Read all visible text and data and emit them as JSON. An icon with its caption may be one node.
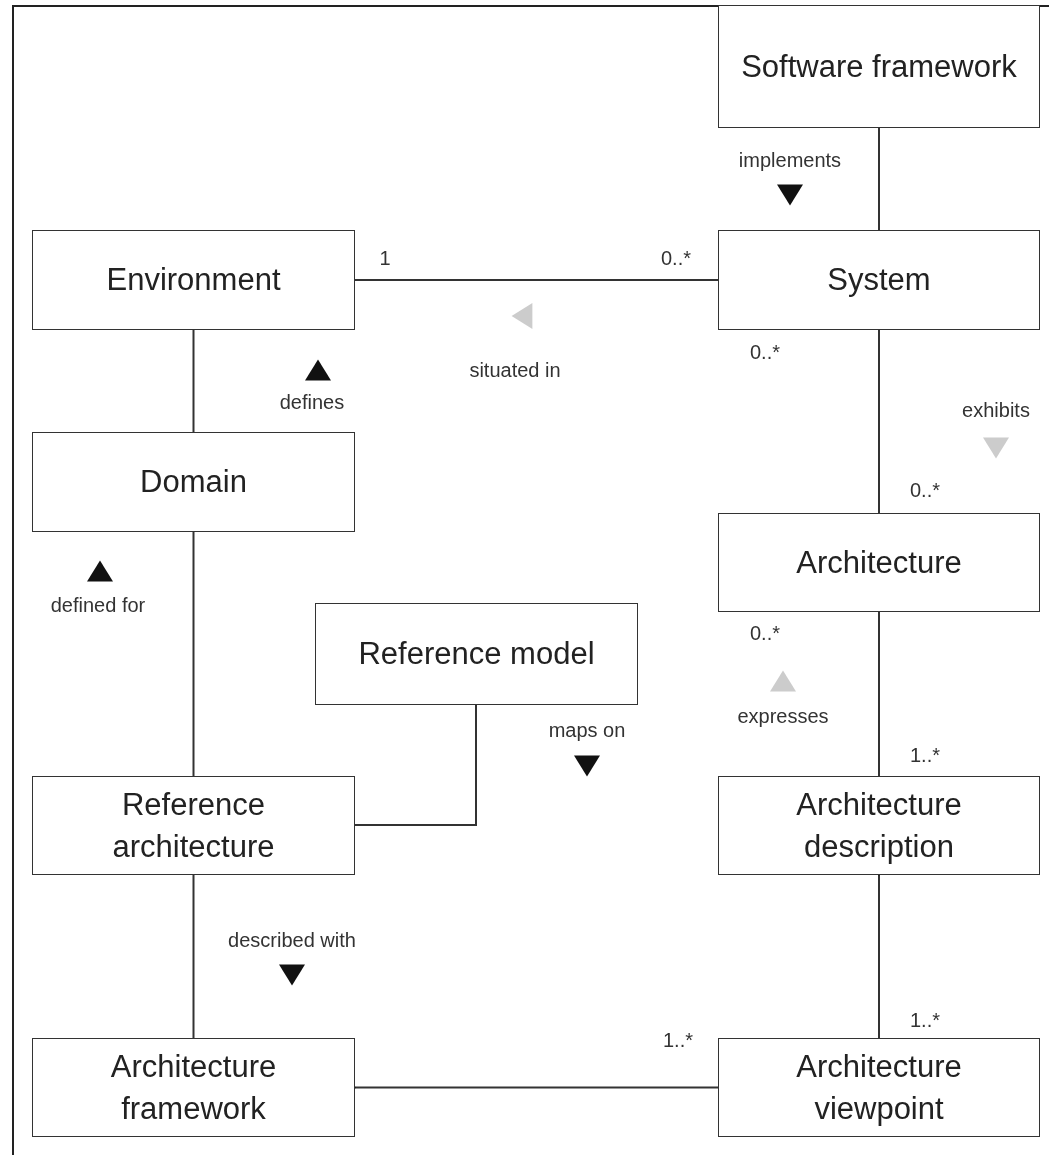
{
  "diagram": {
    "nodes": [
      {
        "text": [
          "Software framework"
        ]
      },
      {
        "text": [
          "Environment"
        ]
      },
      {
        "text": [
          "System"
        ]
      },
      {
        "text": [
          "Domain"
        ]
      },
      {
        "text": [
          "Architecture"
        ]
      },
      {
        "text": [
          "Reference model"
        ]
      },
      {
        "text": [
          "Reference architecture"
        ]
      },
      {
        "text": [
          "Architecture description"
        ]
      },
      {
        "text": [
          "Architecture framework"
        ]
      },
      {
        "text": [
          "Architecture viewpoint"
        ]
      }
    ],
    "edges": [
      {
        "from": 0,
        "to": 2,
        "arrow": "none",
        "label": "implements"
      },
      {
        "from": 1,
        "to": 2,
        "arrow": "none",
        "label": "situated in"
      },
      {
        "from": 1,
        "to": 3,
        "arrow": "none",
        "label": "defines"
      },
      {
        "from": 2,
        "to": 4,
        "arrow": "none",
        "label": "exhibits"
      },
      {
        "from": 3,
        "to": 6,
        "arrow": "none",
        "label": "defined for"
      },
      {
        "from": 5,
        "to": 6,
        "arrow": "none",
        "label": "maps on"
      },
      {
        "from": 4,
        "to": 7,
        "arrow": "none",
        "label": "expresses"
      },
      {
        "from": 6,
        "to": 8,
        "arrow": "none",
        "label": "described with"
      },
      {
        "from": 7,
        "to": 9,
        "arrow": "other"
      },
      {
        "from": 8,
        "to": 9,
        "arrow": "other"
      }
    ],
    "labels": [
      "1",
      "0..*",
      "0..*",
      "0..*",
      "0..*",
      "1..*",
      "1..*",
      "1..*"
    ]
  }
}
